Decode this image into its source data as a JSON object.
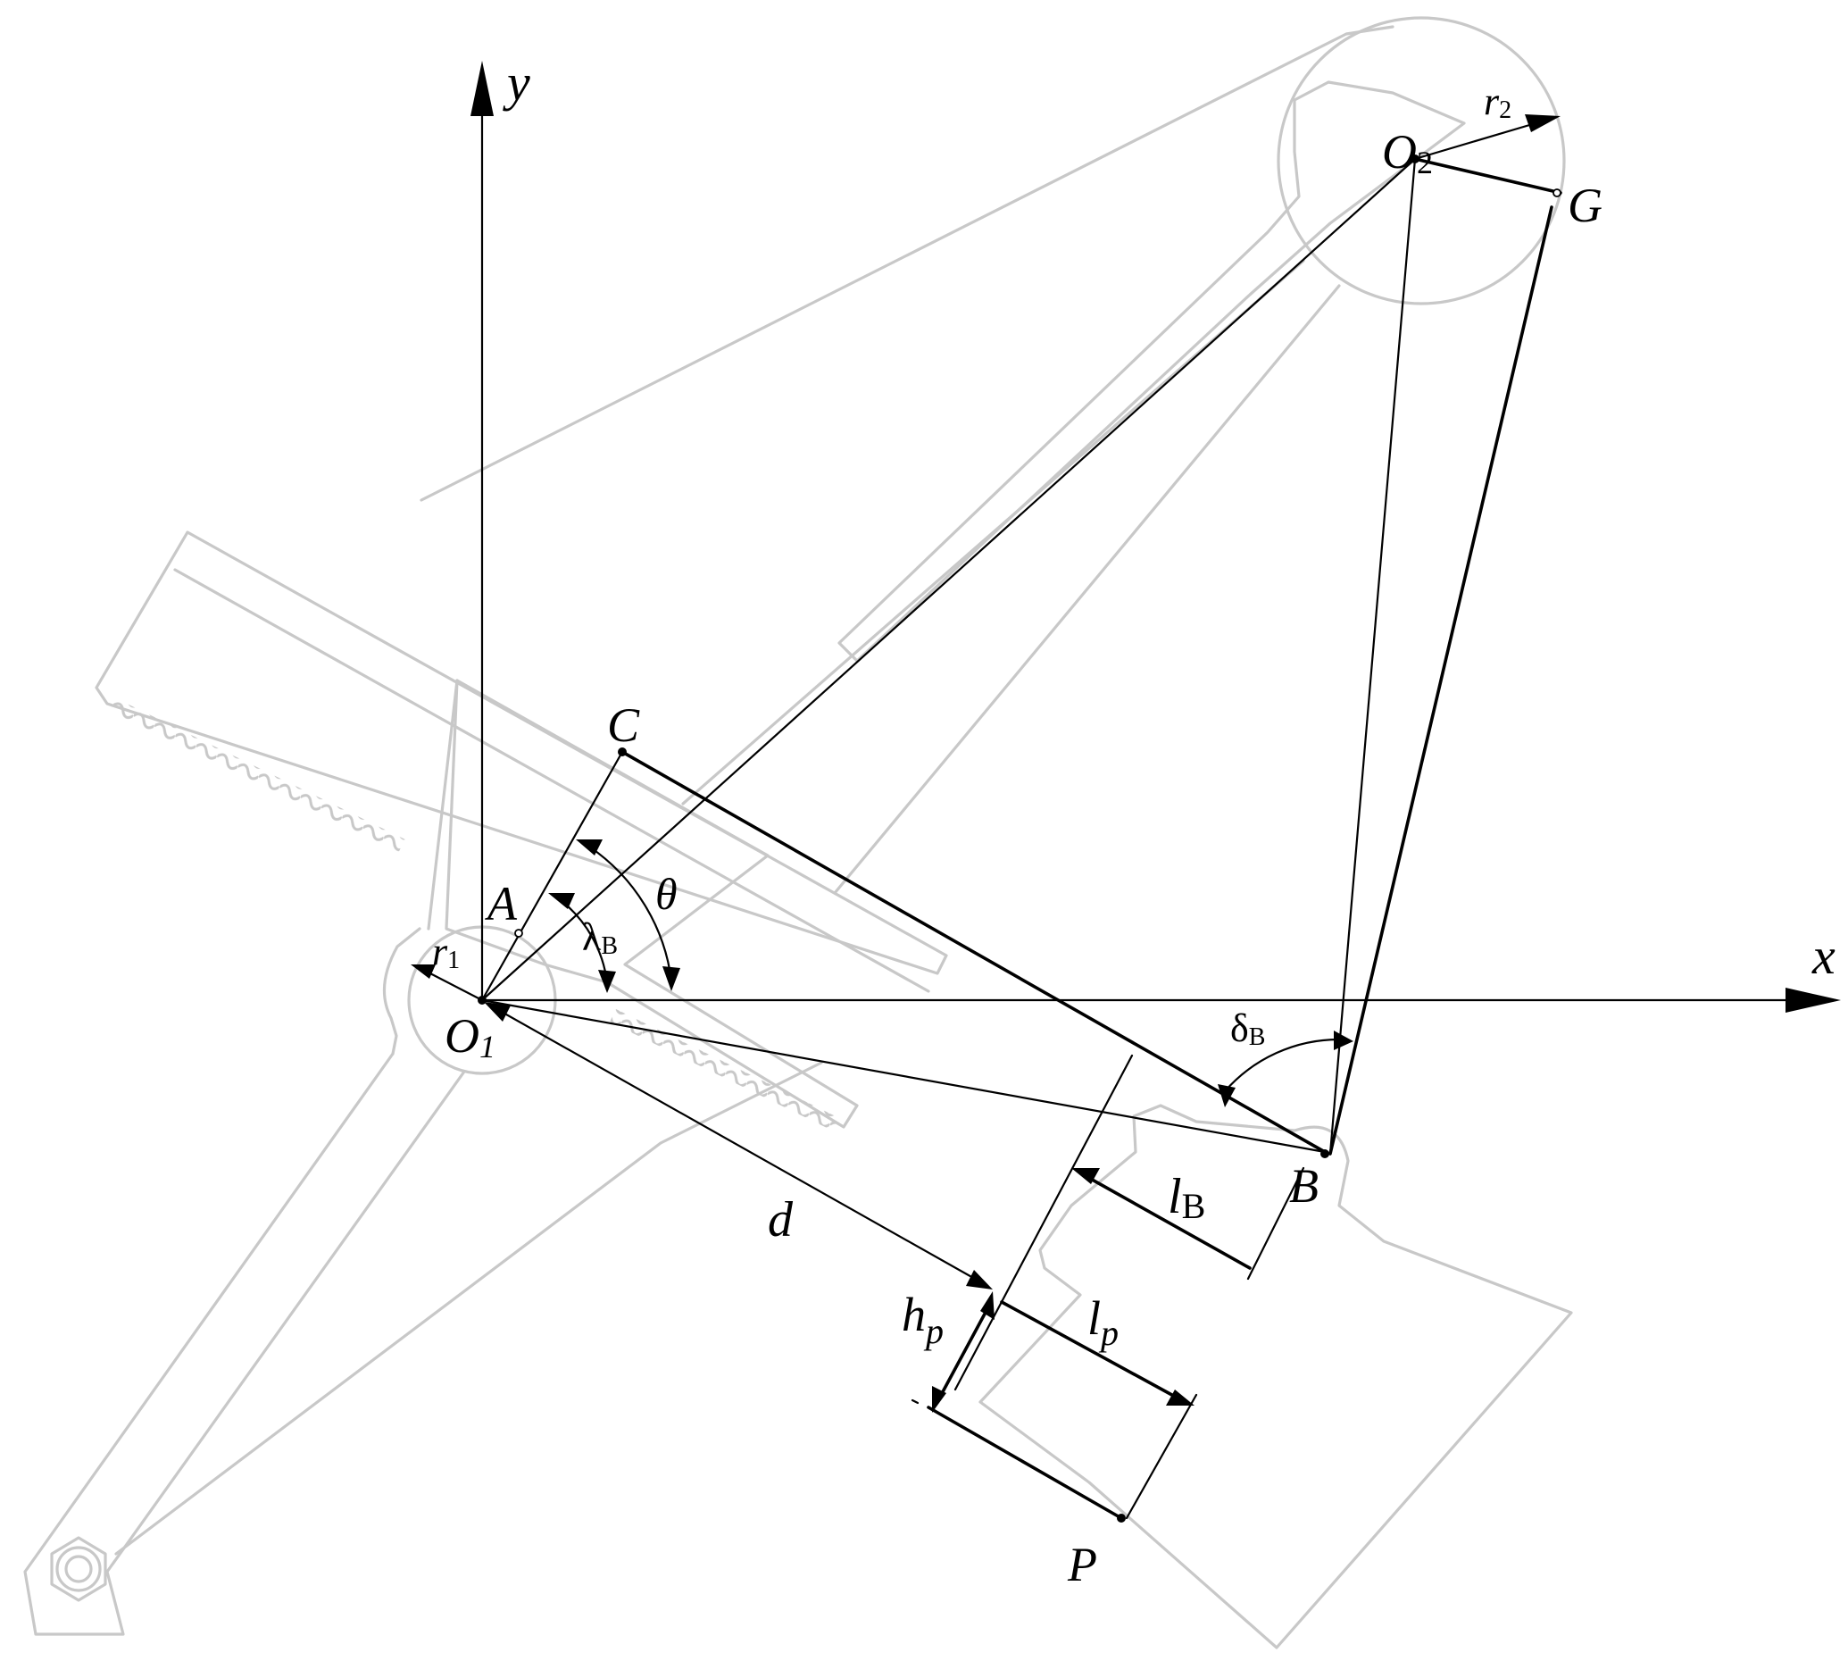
{
  "axes": {
    "x": "x",
    "y": "y"
  },
  "points": {
    "O1": "O",
    "O2": "O",
    "A": "A",
    "B": "B",
    "C": "C",
    "G": "G",
    "P": "P"
  },
  "subscripts": {
    "O1": "1",
    "O2": "2",
    "r1": "1",
    "r2": "2",
    "lambda": "B",
    "delta": "B",
    "lB": "B",
    "hp": "p",
    "lp": "p"
  },
  "dimensions": {
    "r1": "r",
    "r2": "r",
    "d": "d",
    "lB": "l",
    "hp": "h",
    "lp": "l"
  },
  "angles": {
    "theta": "θ",
    "lambda": "λ",
    "delta": "δ"
  }
}
